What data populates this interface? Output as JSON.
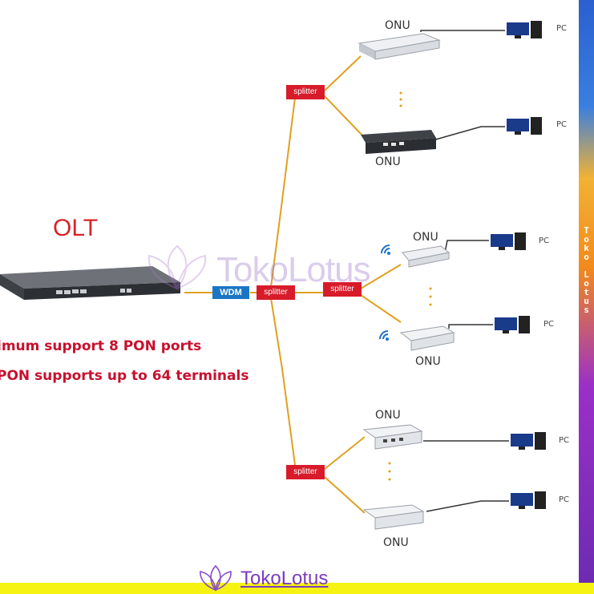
{
  "side_brand": {
    "text": "Toko Lotus"
  },
  "olt": {
    "title": "OLT",
    "line1": "imum support 8 PON ports",
    "line2": " PON supports up to 64 terminals"
  },
  "devices": {
    "wdm": "WDM",
    "splitter": "splitter",
    "onu": "ONU",
    "pc": "PC"
  },
  "watermark": {
    "text": "TokoLotus"
  },
  "footer_brand": {
    "text": "TokoLotus"
  },
  "colors": {
    "fiber": "#e0a020",
    "splitter_bg": "#d81b2a",
    "wdm_bg": "#1a76c4",
    "olt_text": "#c8102e",
    "footer_band": "#f6f312"
  }
}
